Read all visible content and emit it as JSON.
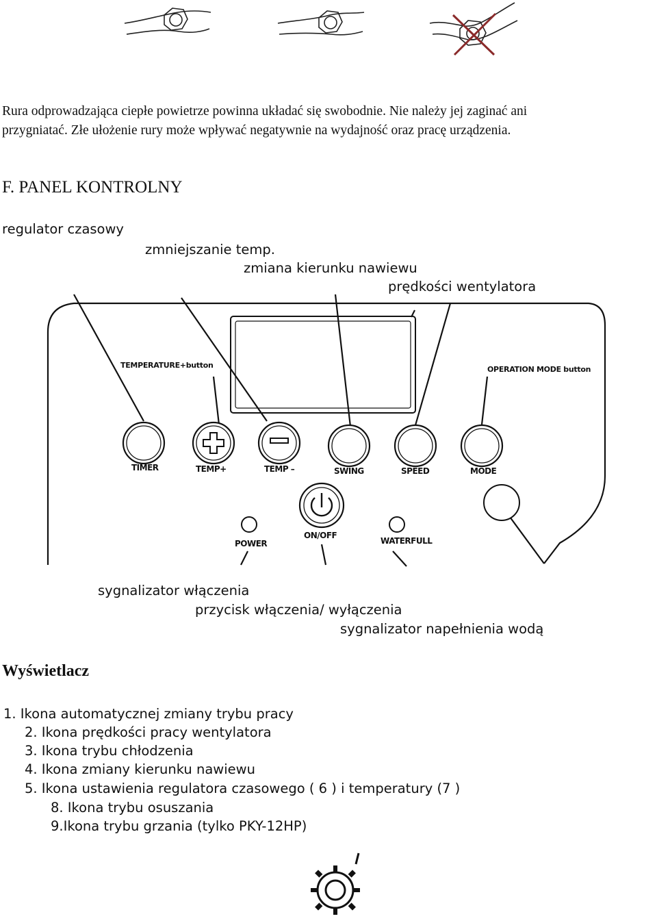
{
  "intro": {
    "line1": "Rura odprowadzająca ciepłe powietrze powinna układać się swobodnie. Nie należy jej zaginać ani",
    "line2": "przygniatać. Złe ułożenie rury może wpływać negatywnie na wydajność oraz pracę urządzenia."
  },
  "section_heading": "F.  PANEL KONTROLNY",
  "callouts_top": {
    "timer": "regulator czasowy",
    "temp_down": "zmniejszanie temp.",
    "swing": "zmiana kierunku nawiewu",
    "speed": "prędkości wentylatora"
  },
  "panel": {
    "temperature_plus_label": "TEMPERATURE+button",
    "operation_mode_label": "OPERATION MODE button",
    "buttons": [
      "TIMER",
      "TEMP+",
      "TEMP –",
      "SWING",
      "SPEED",
      "MODE"
    ],
    "power_label": "POWER",
    "onoff_label": "ON/OFF",
    "waterfull_label": "WATERFULL"
  },
  "callouts_bottom": {
    "power_indicator": "sygnalizator włączenia",
    "onoff_button": "przycisk włączenia/ wyłączenia",
    "water_indicator": "sygnalizator napełnienia wodą"
  },
  "display_heading": "Wyświetlacz",
  "display_items": [
    "1. Ikona automatycznej zmiany trybu pracy",
    "2.  Ikona prędkości pracy wentylatora",
    "3.  Ikona trybu chłodzenia",
    "4.  Ikona zmiany kierunku nawiewu",
    "5.  Ikona ustawienia regulatora czasowego ( 6 ) i temperatury (7 )",
    "8.   Ikona trybu osuszania",
    "9.Ikona trybu grzania (tylko PKY-12HP)"
  ]
}
